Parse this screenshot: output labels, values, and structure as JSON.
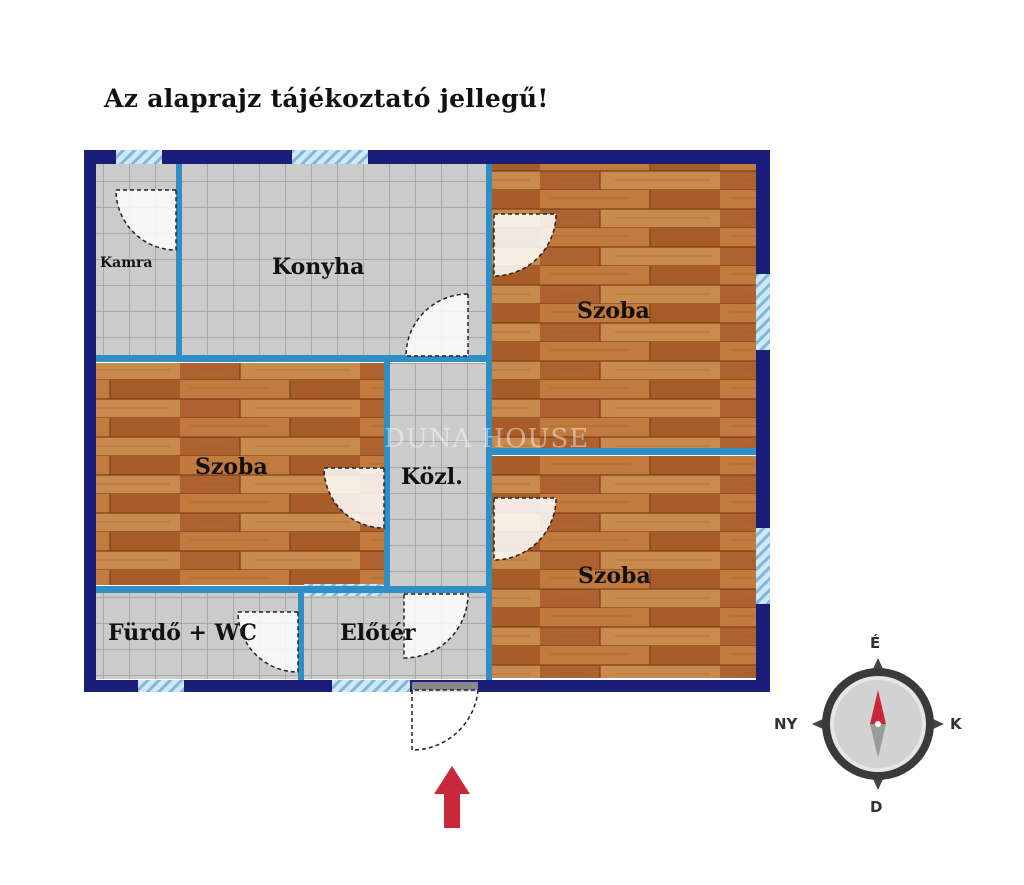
{
  "title": "Az alaprajz tájékoztató jellegű!",
  "rooms": {
    "kamra": "Kamra",
    "konyha": "Konyha",
    "szoba_ne": "Szoba",
    "szoba_w": "Szoba",
    "kozl": "Közl.",
    "szoba_se": "Szoba",
    "furdo": "Fürdő + WC",
    "eloter": "Előtér"
  },
  "watermark": "DUNA HOUSE",
  "compass": {
    "north": "É",
    "south": "D",
    "east": "K",
    "west": "NY"
  },
  "colors": {
    "wall": "#1a1d7a",
    "partition": "#2f8fc4",
    "tile": "#c8c8c8",
    "wood": "#b86a32",
    "arrow": "#c8283a"
  },
  "icons": {
    "entrance": "entrance-arrow-icon",
    "compass": "compass-icon"
  }
}
